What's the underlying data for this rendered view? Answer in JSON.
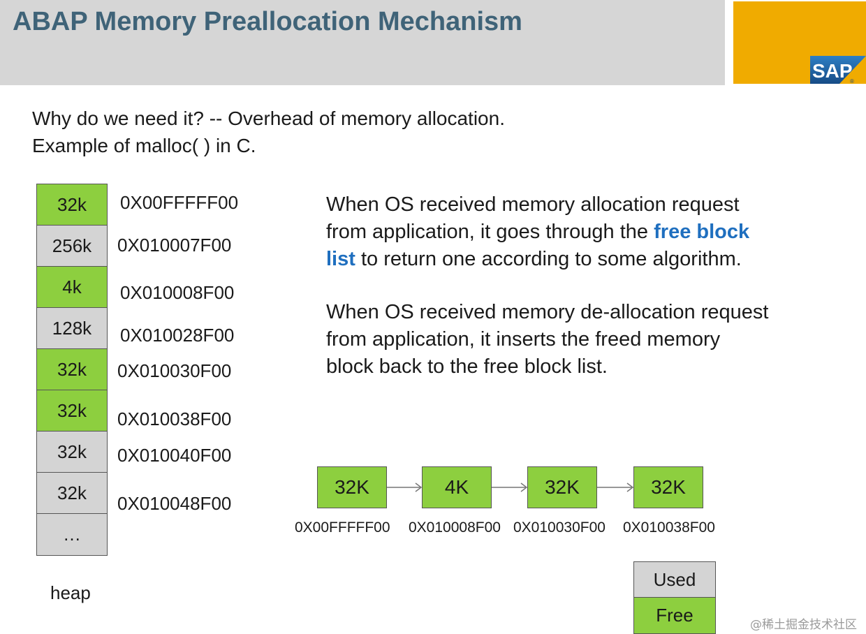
{
  "title": "ABAP Memory Preallocation Mechanism",
  "logo_text": "SAP",
  "intro": {
    "line1": "Why do we need it?  -- Overhead of memory allocation.",
    "line2": "Example of malloc( ) in C."
  },
  "heap": {
    "cells": [
      {
        "size": "32k",
        "status": "free",
        "address": "0X00FFFFF00"
      },
      {
        "size": "256k",
        "status": "used",
        "address": "0X010007F00"
      },
      {
        "size": "4k",
        "status": "free",
        "address": "0X010008F00"
      },
      {
        "size": "128k",
        "status": "used",
        "address": "0X010028F00"
      },
      {
        "size": "32k",
        "status": "free",
        "address": "0X010030F00"
      },
      {
        "size": "32k",
        "status": "free",
        "address": "0X010038F00"
      },
      {
        "size": "32k",
        "status": "used",
        "address": "0X010040F00"
      },
      {
        "size": "32k",
        "status": "used",
        "address": "0X010048F00"
      },
      {
        "size": "…",
        "status": "used"
      }
    ],
    "label": "heap"
  },
  "para1": {
    "line1": "When OS received memory allocation request",
    "line2_pre": "from application, it goes through the ",
    "line2_hl": "free block",
    "line3_hl": "list",
    "line3_post": " to return one according to some algorithm."
  },
  "para2": {
    "line1": "When OS received memory de-allocation request",
    "line2": "from application, it inserts the freed memory",
    "line3": "block back to the free block list."
  },
  "free_list": [
    {
      "size": "32K",
      "address": "0X00FFFFF00"
    },
    {
      "size": "4K",
      "address": "0X010008F00"
    },
    {
      "size": "32K",
      "address": "0X010030F00"
    },
    {
      "size": "32K",
      "address": "0X010038F00"
    }
  ],
  "legend": {
    "used": "Used",
    "free": "Free"
  },
  "watermark": "@稀土掘金技术社区",
  "colors": {
    "title": "#3f6378",
    "free": "#8dcf3f",
    "used": "#d4d4d4",
    "highlight": "#1f6fbf",
    "brand": "#f0ab00",
    "logo_blue": "#1f5f9f"
  }
}
